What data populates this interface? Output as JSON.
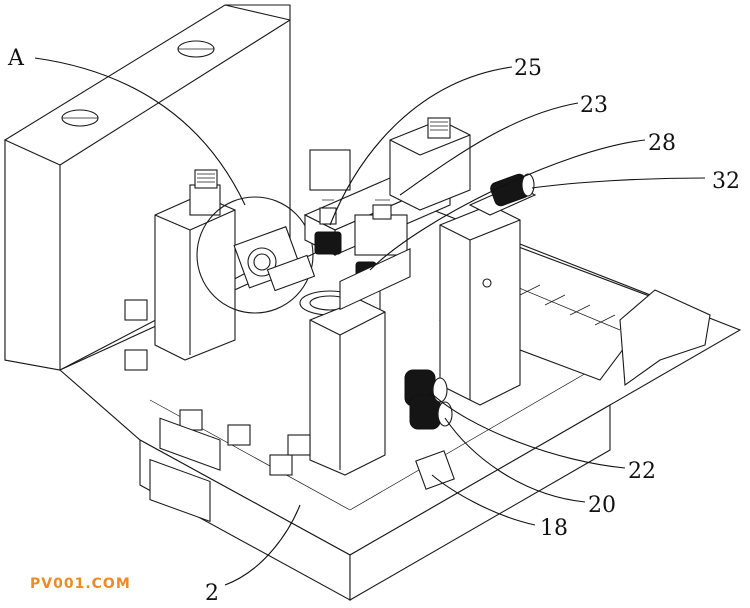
{
  "labels": {
    "a": "A",
    "n25": "25",
    "n23": "23",
    "n28": "28",
    "n32": "32",
    "n22": "22",
    "n20": "20",
    "n18": "18",
    "n2": "2"
  },
  "watermark": "PV001.COM"
}
